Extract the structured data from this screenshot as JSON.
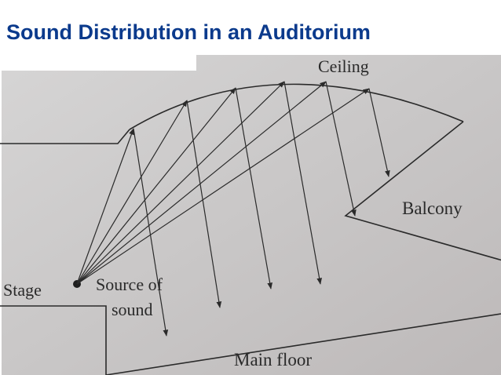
{
  "slide": {
    "title": "Sound Distribution in an Auditorium"
  },
  "diagram": {
    "labels": {
      "ceiling": "Ceiling",
      "balcony": "Balcony",
      "stage": "Stage",
      "source_line1": "Source of",
      "source_line2": "sound",
      "main_floor": "Main floor"
    },
    "colors": {
      "title": "#0b3a8c",
      "paper": "#cbc9c8",
      "ink": "#2a2a2a"
    }
  }
}
